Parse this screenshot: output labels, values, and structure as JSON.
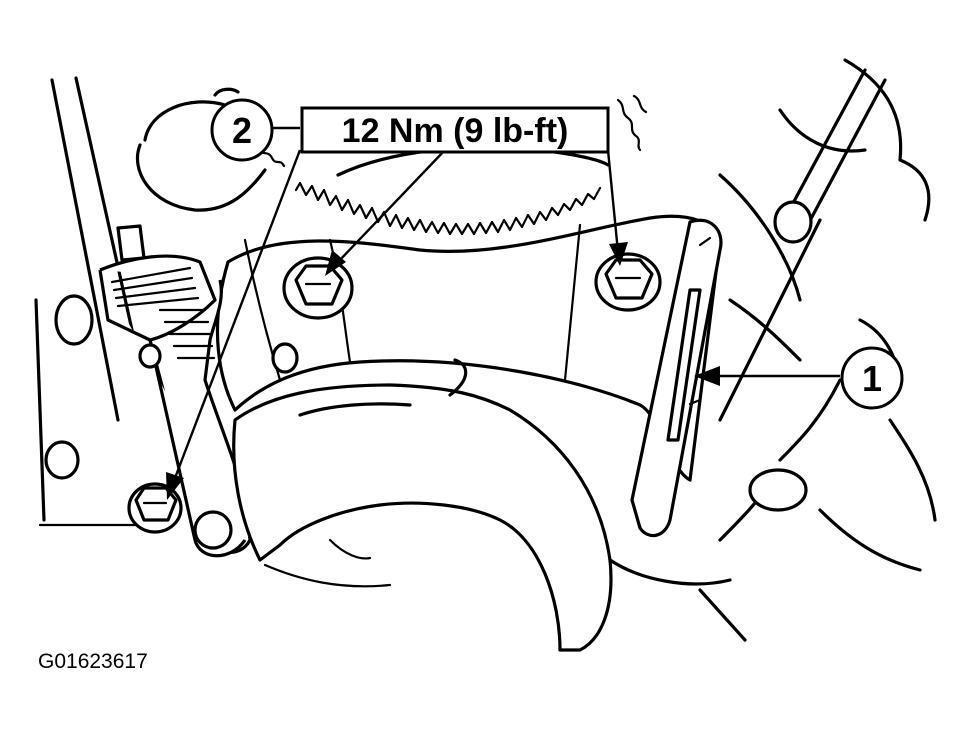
{
  "callouts": {
    "two": {
      "label": "2"
    },
    "one": {
      "label": "1"
    }
  },
  "torque_spec": {
    "text": "12 Nm (9 lb-ft)"
  },
  "figure_code": {
    "text": "G01623617"
  }
}
